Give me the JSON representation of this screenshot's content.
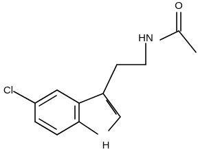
{
  "atoms": {
    "oxygen": "O",
    "amide_nitrogen": "HN",
    "chlorine": "Cl",
    "indole_nitrogen": "H"
  },
  "colors": {
    "bond": "#000000",
    "label": "#000000",
    "background": "#ffffff"
  }
}
